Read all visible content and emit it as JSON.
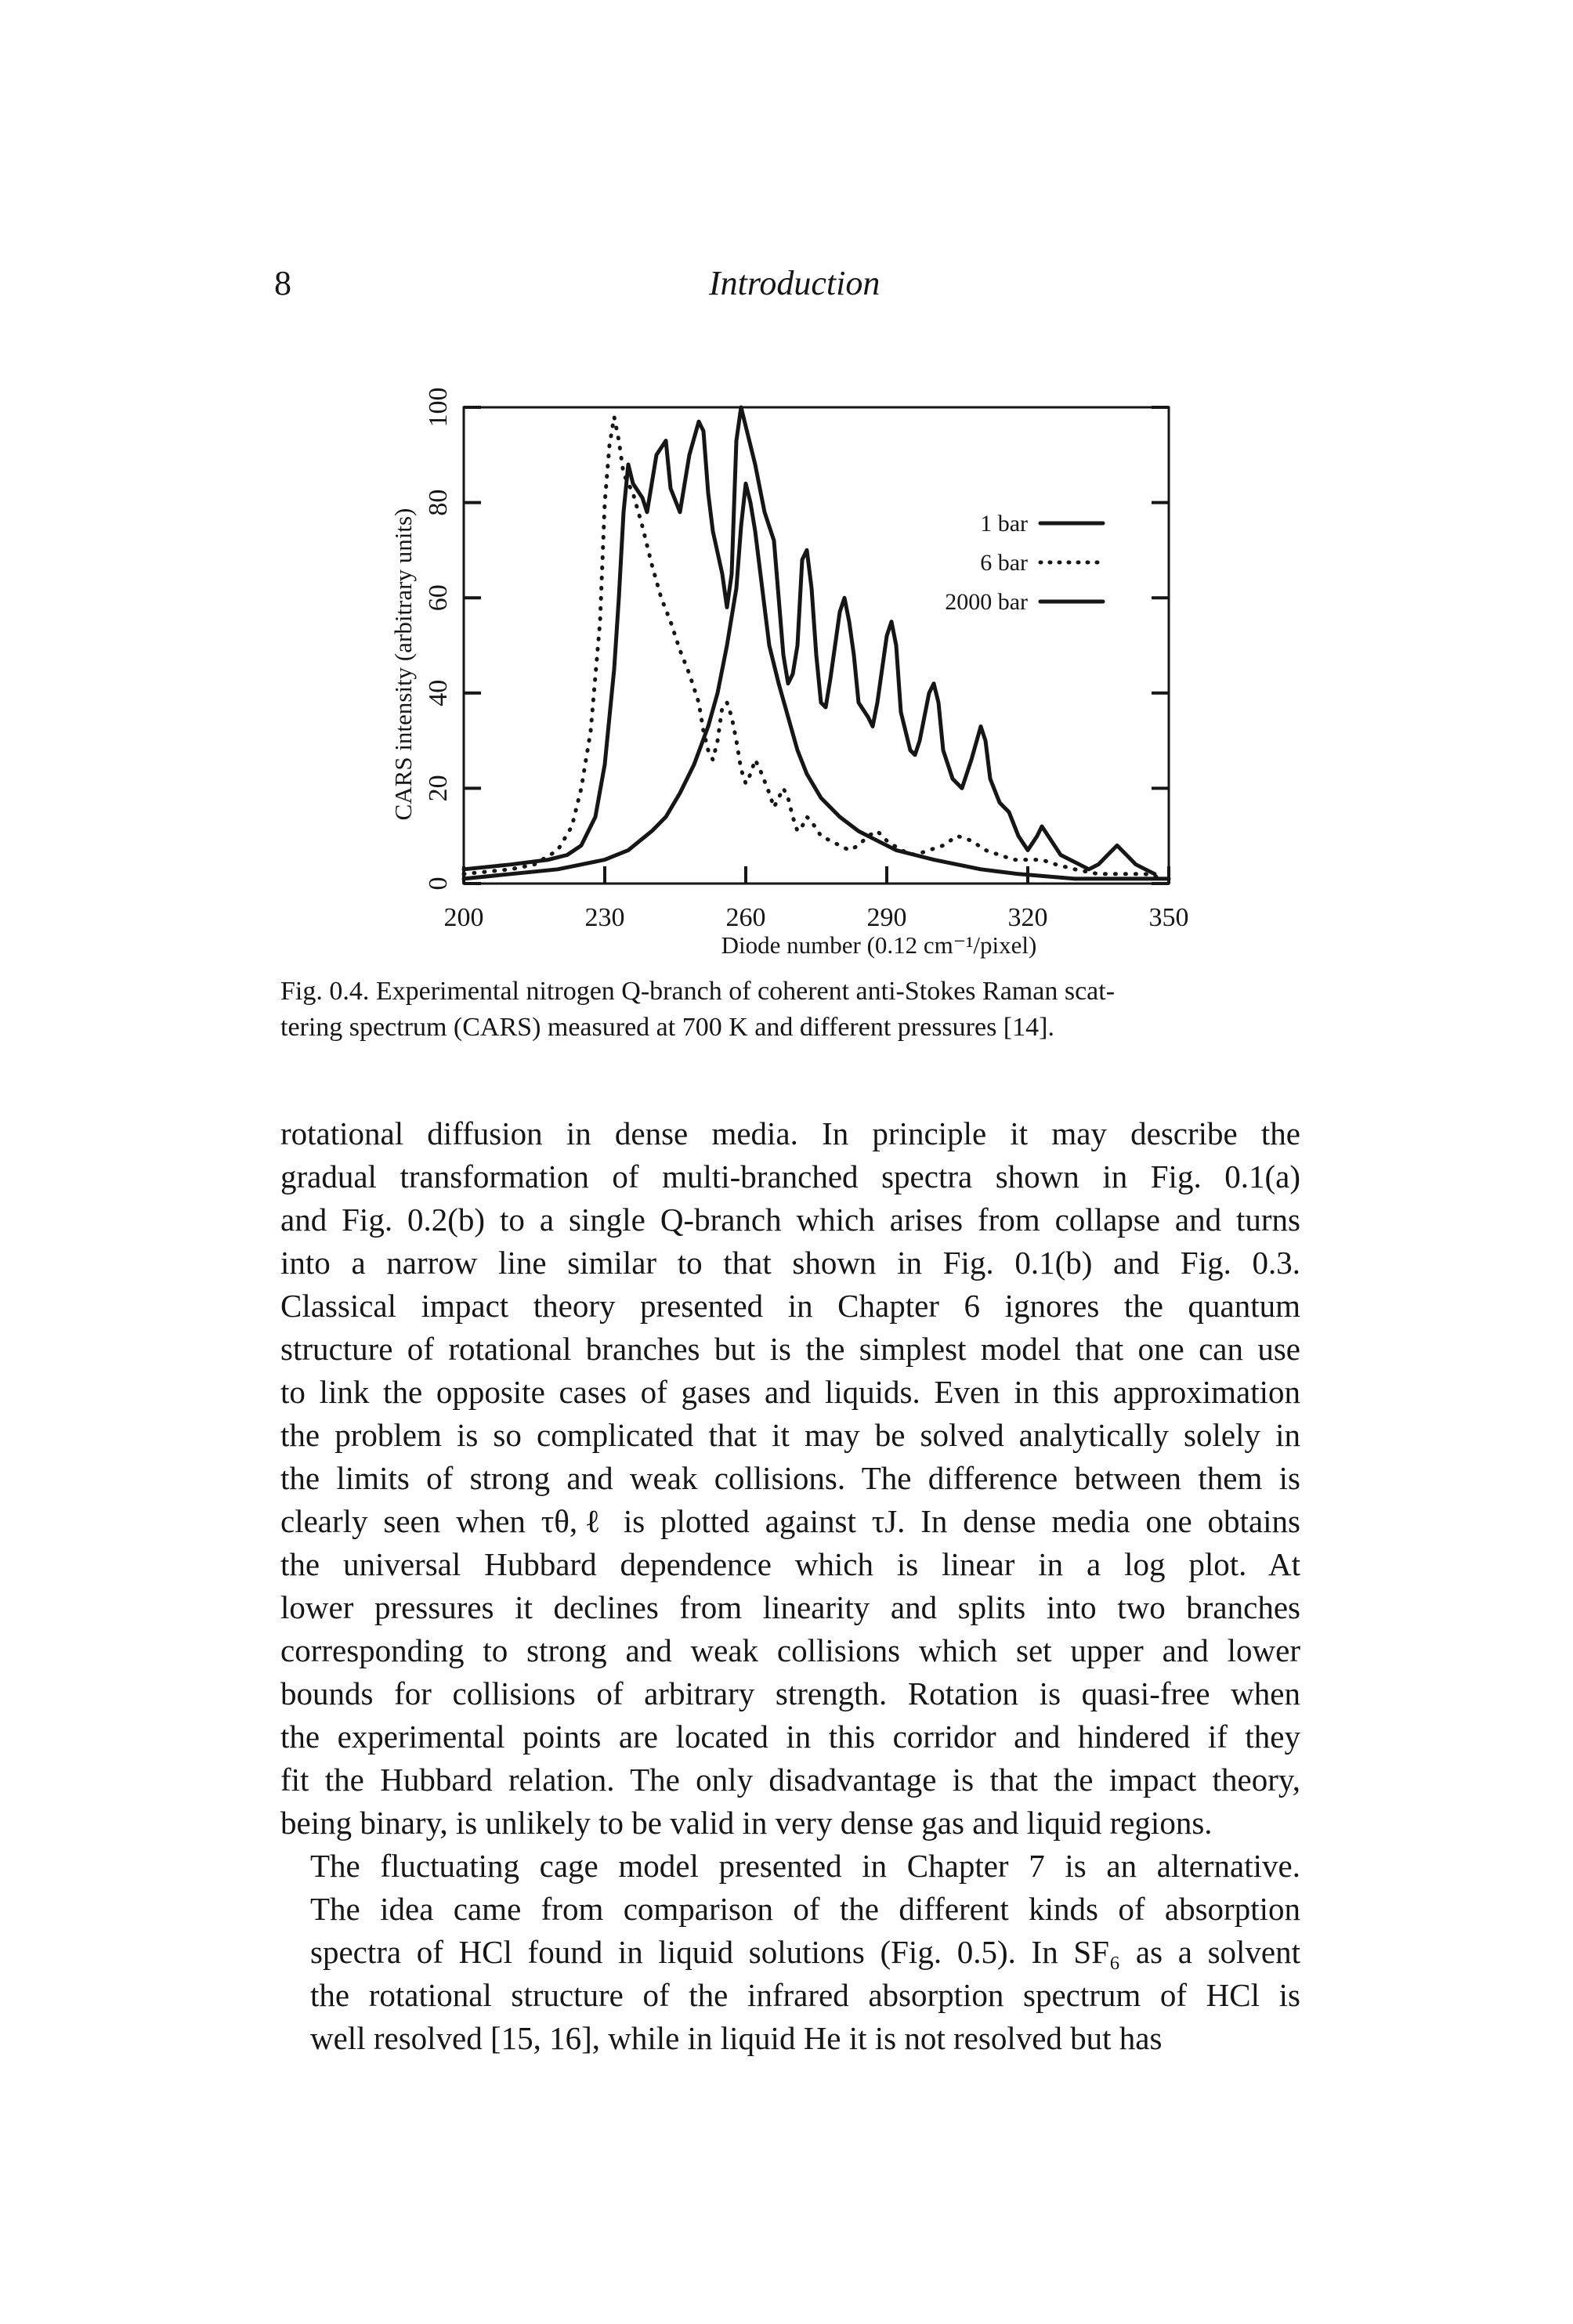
{
  "header": {
    "page_number": "8",
    "running_head": "Introduction"
  },
  "figure": {
    "caption_lines": [
      "Fig. 0.4. Experimental nitrogen Q-branch of coherent anti-Stokes Raman scat-",
      "tering spectrum (CARS) measured at 700 K and different pressures [14]."
    ]
  },
  "chart_data": {
    "type": "line",
    "title": "",
    "xlabel": "Diode number (0.12 cm⁻¹/pixel)",
    "ylabel": "CARS intensity (arbitrary units)",
    "xlim": [
      200,
      350
    ],
    "ylim": [
      0,
      100
    ],
    "x_ticks": [
      "200",
      "230",
      "260",
      "290",
      "320",
      "350"
    ],
    "y_ticks": [
      "0",
      "20",
      "40",
      "60",
      "80",
      "100"
    ],
    "legend_position": "top-right",
    "grid": false,
    "series": [
      {
        "name": "1 bar",
        "style": "solid",
        "points": [
          [
            200,
            3
          ],
          [
            210,
            4
          ],
          [
            218,
            5
          ],
          [
            222,
            6
          ],
          [
            225,
            8
          ],
          [
            228,
            14
          ],
          [
            230,
            25
          ],
          [
            232,
            45
          ],
          [
            233,
            60
          ],
          [
            234,
            78
          ],
          [
            235,
            88
          ],
          [
            236,
            84
          ],
          [
            238,
            81
          ],
          [
            239,
            78
          ],
          [
            241,
            90
          ],
          [
            243,
            93
          ],
          [
            244,
            83
          ],
          [
            246,
            78
          ],
          [
            248,
            90
          ],
          [
            250,
            97
          ],
          [
            251,
            95
          ],
          [
            252,
            82
          ],
          [
            253,
            74
          ],
          [
            255,
            65
          ],
          [
            256,
            58
          ],
          [
            257,
            65
          ],
          [
            258,
            93
          ],
          [
            259,
            100
          ],
          [
            260,
            96
          ],
          [
            262,
            88
          ],
          [
            264,
            78
          ],
          [
            266,
            72
          ],
          [
            267,
            60
          ],
          [
            268,
            48
          ],
          [
            269,
            42
          ],
          [
            270,
            44
          ],
          [
            271,
            50
          ],
          [
            272,
            68
          ],
          [
            273,
            70
          ],
          [
            274,
            62
          ],
          [
            275,
            48
          ],
          [
            276,
            38
          ],
          [
            277,
            37
          ],
          [
            278,
            43
          ],
          [
            280,
            57
          ],
          [
            281,
            60
          ],
          [
            282,
            55
          ],
          [
            283,
            48
          ],
          [
            284,
            38
          ],
          [
            286,
            35
          ],
          [
            287,
            33
          ],
          [
            288,
            38
          ],
          [
            290,
            52
          ],
          [
            291,
            55
          ],
          [
            292,
            50
          ],
          [
            293,
            36
          ],
          [
            295,
            28
          ],
          [
            296,
            27
          ],
          [
            297,
            30
          ],
          [
            299,
            40
          ],
          [
            300,
            42
          ],
          [
            301,
            38
          ],
          [
            302,
            28
          ],
          [
            304,
            22
          ],
          [
            306,
            20
          ],
          [
            308,
            26
          ],
          [
            310,
            33
          ],
          [
            311,
            30
          ],
          [
            312,
            22
          ],
          [
            314,
            17
          ],
          [
            316,
            15
          ],
          [
            318,
            10
          ],
          [
            320,
            7
          ],
          [
            322,
            10
          ],
          [
            323,
            12
          ],
          [
            325,
            9
          ],
          [
            327,
            6
          ],
          [
            329,
            5
          ],
          [
            331,
            4
          ],
          [
            333,
            3
          ],
          [
            335,
            4
          ],
          [
            337,
            6
          ],
          [
            339,
            8
          ],
          [
            341,
            6
          ],
          [
            343,
            4
          ],
          [
            345,
            3
          ],
          [
            347,
            2
          ]
        ]
      },
      {
        "name": "6 bar",
        "style": "dotted",
        "points": [
          [
            200,
            2
          ],
          [
            210,
            3
          ],
          [
            215,
            4
          ],
          [
            220,
            7
          ],
          [
            223,
            12
          ],
          [
            225,
            20
          ],
          [
            227,
            32
          ],
          [
            229,
            55
          ],
          [
            230,
            80
          ],
          [
            231,
            92
          ],
          [
            232,
            98
          ],
          [
            233,
            93
          ],
          [
            234,
            86
          ],
          [
            236,
            82
          ],
          [
            238,
            75
          ],
          [
            240,
            67
          ],
          [
            242,
            60
          ],
          [
            244,
            55
          ],
          [
            246,
            49
          ],
          [
            248,
            44
          ],
          [
            250,
            38
          ],
          [
            251,
            32
          ],
          [
            252,
            28
          ],
          [
            253,
            26
          ],
          [
            254,
            30
          ],
          [
            255,
            37
          ],
          [
            256,
            38
          ],
          [
            257,
            35
          ],
          [
            258,
            30
          ],
          [
            259,
            24
          ],
          [
            260,
            21
          ],
          [
            261,
            23
          ],
          [
            262,
            26
          ],
          [
            263,
            24
          ],
          [
            265,
            19
          ],
          [
            266,
            16
          ],
          [
            267,
            18
          ],
          [
            268,
            20
          ],
          [
            269,
            18
          ],
          [
            270,
            14
          ],
          [
            271,
            11
          ],
          [
            272,
            12
          ],
          [
            273,
            14
          ],
          [
            274,
            13
          ],
          [
            276,
            10
          ],
          [
            278,
            9
          ],
          [
            280,
            8
          ],
          [
            282,
            7
          ],
          [
            284,
            8
          ],
          [
            286,
            10
          ],
          [
            288,
            11
          ],
          [
            290,
            9
          ],
          [
            293,
            7
          ],
          [
            296,
            6
          ],
          [
            299,
            7
          ],
          [
            302,
            8
          ],
          [
            305,
            10
          ],
          [
            308,
            9
          ],
          [
            311,
            7
          ],
          [
            314,
            6
          ],
          [
            317,
            5
          ],
          [
            320,
            5
          ],
          [
            323,
            5
          ],
          [
            326,
            4
          ],
          [
            330,
            3
          ],
          [
            335,
            2
          ],
          [
            340,
            2
          ],
          [
            345,
            2
          ],
          [
            349,
            1
          ]
        ]
      },
      {
        "name": "2000 bar",
        "style": "solid",
        "points": [
          [
            200,
            1
          ],
          [
            210,
            2
          ],
          [
            220,
            3
          ],
          [
            225,
            4
          ],
          [
            230,
            5
          ],
          [
            235,
            7
          ],
          [
            240,
            11
          ],
          [
            243,
            14
          ],
          [
            246,
            19
          ],
          [
            249,
            25
          ],
          [
            252,
            33
          ],
          [
            254,
            40
          ],
          [
            256,
            50
          ],
          [
            258,
            62
          ],
          [
            259,
            75
          ],
          [
            260,
            84
          ],
          [
            261,
            80
          ],
          [
            262,
            74
          ],
          [
            263,
            66
          ],
          [
            264,
            58
          ],
          [
            265,
            50
          ],
          [
            267,
            42
          ],
          [
            269,
            35
          ],
          [
            271,
            28
          ],
          [
            273,
            23
          ],
          [
            276,
            18
          ],
          [
            280,
            14
          ],
          [
            284,
            11
          ],
          [
            288,
            9
          ],
          [
            292,
            7
          ],
          [
            296,
            6
          ],
          [
            300,
            5
          ],
          [
            305,
            4
          ],
          [
            310,
            3
          ],
          [
            318,
            2
          ],
          [
            330,
            1
          ],
          [
            345,
            1
          ],
          [
            350,
            1
          ]
        ]
      }
    ]
  },
  "body": {
    "paragraph1_lines": [
      "rotational diffusion in dense media. In principle it may describe the",
      "gradual transformation of multi-branched spectra shown in Fig. 0.1(a)",
      "and Fig. 0.2(b) to a single Q-branch which arises from collapse and turns",
      "into a narrow line similar to that shown in Fig. 0.1(b) and Fig. 0.3.",
      "Classical impact theory presented in Chapter 6 ignores the quantum",
      "structure of rotational branches but is the simplest model that one can use",
      "to link the opposite cases of gases and liquids. Even in this approximation",
      "the problem is so complicated that it may be solved analytically solely in",
      "the limits of strong and weak collisions. The difference between them is",
      "clearly seen when τθ,ℓ is plotted against τJ. In dense media one obtains",
      "the universal Hubbard dependence which is linear in a log plot. At",
      "lower pressures it declines from linearity and splits into two branches",
      "corresponding to strong and weak collisions which set upper and lower",
      "bounds for collisions of arbitrary strength. Rotation is quasi-free when",
      "the experimental points are located in this corridor and hindered if they",
      "fit the Hubbard relation. The only disadvantage is that the impact theory,",
      "being binary, is unlikely to be valid in very dense gas and liquid regions."
    ],
    "paragraph2_lines": [
      "The fluctuating cage model presented in Chapter 7 is an alternative.",
      "The idea came from comparison of the different kinds of absorption",
      "spectra of HCl found in liquid solutions (Fig. 0.5). In SF₆ as a solvent",
      "the rotational structure of the infrared absorption spectrum of HCl is",
      "well resolved [15, 16], while in liquid He it is not resolved but has"
    ]
  }
}
